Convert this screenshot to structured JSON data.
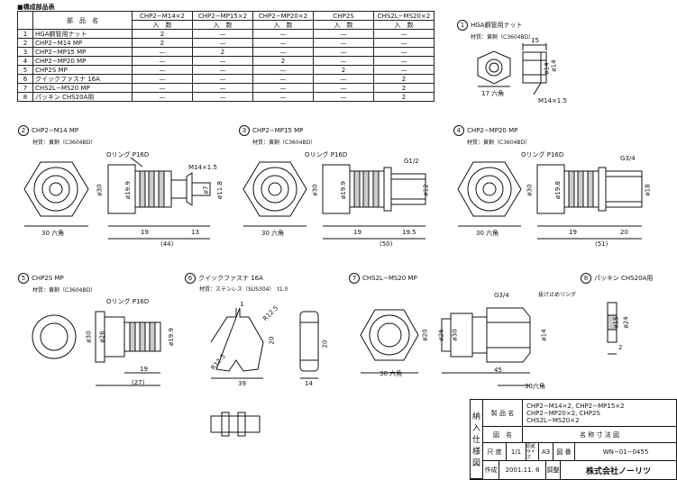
{
  "table": {
    "caption": "■構成部品表",
    "headers": [
      "",
      "部　品　名",
      "CHP2−M14×2",
      "CHP2−MP15×2",
      "CHP2−MP20×2",
      "CHP2S",
      "CHS2L−MS20×2"
    ],
    "subheader": "入　数",
    "rows": [
      {
        "no": "1",
        "name": "HGA鋼管用ナット",
        "q": [
          "2",
          "—",
          "—",
          "—",
          "—"
        ]
      },
      {
        "no": "2",
        "name": "CHP2−M14 MP",
        "q": [
          "2",
          "—",
          "—",
          "—",
          "—"
        ]
      },
      {
        "no": "3",
        "name": "CHP2−MP15 MP",
        "q": [
          "—",
          "2",
          "—",
          "—",
          "—"
        ]
      },
      {
        "no": "4",
        "name": "CHP2−MP20 MP",
        "q": [
          "—",
          "—",
          "2",
          "—",
          "—"
        ]
      },
      {
        "no": "5",
        "name": "CHP2S MP",
        "q": [
          "—",
          "—",
          "—",
          "2",
          "—"
        ]
      },
      {
        "no": "6",
        "name": "クイックファスナ 16A",
        "q": [
          "—",
          "—",
          "—",
          "—",
          "2"
        ]
      },
      {
        "no": "7",
        "name": "CHS2L−MS20 MP",
        "q": [
          "—",
          "—",
          "—",
          "—",
          "2"
        ]
      },
      {
        "no": "8",
        "name": "パッキン CHS20A用",
        "q": [
          "—",
          "—",
          "—",
          "—",
          "2"
        ]
      }
    ]
  },
  "views": {
    "v1": {
      "num": "1",
      "title": "HGA鋼管用ナット",
      "material": "材質：黄銅（C3604BD）",
      "d1": "15",
      "d2": "ø14",
      "d3": "ø14",
      "d4": "17 六角",
      "d5": "M14×1.5"
    },
    "v2": {
      "num": "2",
      "title": "CHP2−M14 MP",
      "material": "材質：黄銅（C3604BD）",
      "oring": "Oリング P16D",
      "thread": "M14×1.5",
      "d30": "ø30",
      "d19": "ø19.9",
      "d7": "ø7",
      "d11": "ø11.8",
      "hex": "30 六角",
      "l1": "19",
      "l2": "13",
      "total": "(44)"
    },
    "v3": {
      "num": "3",
      "title": "CHP2−MP15 MP",
      "material": "材質：黄銅（C3604BD）",
      "oring": "Oリング P16D",
      "thread": "G1/2",
      "d30": "ø30",
      "d19": "ø19.9",
      "d12": "ø12",
      "hex": "30 六角",
      "l1": "19",
      "l2": "19.5",
      "total": "(50)"
    },
    "v4": {
      "num": "4",
      "title": "CHP2−MP20 MP",
      "material": "材質：黄銅（C3604BD）",
      "oring": "Oリング P16D",
      "thread": "G3/4",
      "d30": "ø30",
      "d19": "ø19.8",
      "d18": "ø18",
      "hex": "30 六角",
      "l1": "19",
      "l2": "20",
      "total": "(51)"
    },
    "v5": {
      "num": "5",
      "title": "CHP2S MP",
      "material": "材質：黄銅（C3604BD）",
      "oring": "Oリング P16D",
      "d30": "ø30",
      "d26": "ø26",
      "d19": "ø19.9",
      "l1": "19",
      "total": "(27)"
    },
    "v6": {
      "num": "6",
      "title": "クイックファスナ 16A",
      "material": "材質：ステンレス（SUS304）　t1.0",
      "r1": "R12.5",
      "r2": "R12.5",
      "t": "1",
      "w": "39",
      "h": "20",
      "w2": "14"
    },
    "v7": {
      "num": "7",
      "title": "CHS2L−MS20 MP",
      "thread": "G3/4",
      "ring": "抜け止めリング",
      "d20": "ø20",
      "d26": "ø26",
      "d30": "ø30",
      "d14": "ø14",
      "l1": "45",
      "hex": "30 六角",
      "hex2": "30六角"
    },
    "v8": {
      "num": "8",
      "title": "パッキン CHS20A用",
      "d15": "ø15",
      "d24": "ø24",
      "t": "2"
    }
  },
  "titleblock": {
    "side": [
      "納",
      "入",
      "仕",
      "様",
      "図"
    ],
    "lbl_product": "製 品 名",
    "product_lines": [
      "CHP2−M14×2, CHP2−MP15×2",
      "CHP2−MP20×2, CHP2S",
      "CHS2L−MS20×2"
    ],
    "lbl_drawing": "図　名",
    "drawing": "名 称 寸 法 図",
    "lbl_scale": "尺 度",
    "scale": "1/1",
    "lbl_size": "原紙サイズ",
    "size": "A3",
    "lbl_no": "図 番",
    "no": "WN−01−0455",
    "lbl_date": "作成",
    "date": "2001.11. 8",
    "lbl_check": "調整",
    "company": "株式会社ノーリツ"
  }
}
